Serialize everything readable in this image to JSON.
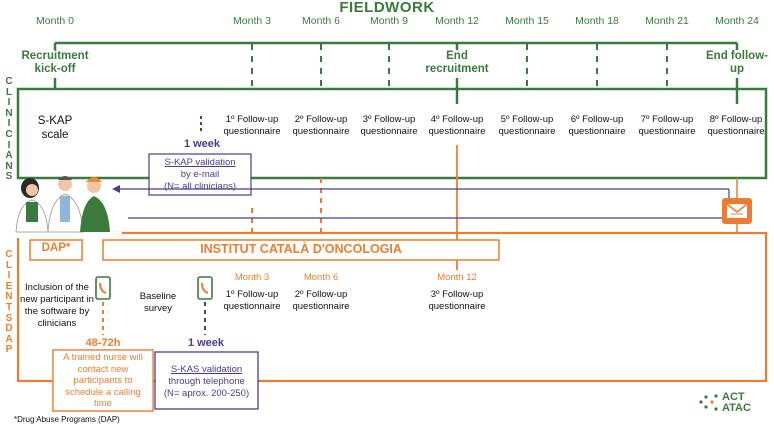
{
  "title": "FIELDWORK",
  "timeline": {
    "months": [
      "Month 0",
      "Month 3",
      "Month 6",
      "Month 9",
      "Month 12",
      "Month 15",
      "Month 18",
      "Month 21",
      "Month 24"
    ],
    "milestones": {
      "start": "Recruitment kick-off",
      "mid": "End recruitment",
      "end": "End follow-up"
    }
  },
  "clinicians": {
    "side_label": "CLINICIANS",
    "skap": "S-KAP scale",
    "questionnaires": [
      "1º Follow-up questionnaire",
      "2º Follow-up questionnaire",
      "3º Follow-up questionnaire",
      "4º Follow-up questionnaire",
      "5º Follow-up questionnaire",
      "6º Follow-up questionnaire",
      "7º Follow-up questionnaire",
      "8º Follow-up questionnaire"
    ],
    "week_label": "1 week",
    "validation_title": "S-KAP validation",
    "validation_line2": "by e-mail",
    "validation_line3": "(N= all clinicians)"
  },
  "clients": {
    "side_label": "CLIENTS DAP",
    "dap": "DAP*",
    "institute": "INSTITUT CATALÀ D'ONCOLOGIA",
    "inclusion": "Inclusion of the new participant in the software by clinicians",
    "baseline": "Baseline survey",
    "months": [
      "Month 3",
      "Month 6",
      "Month 12"
    ],
    "questionnaires": [
      "1º Follow-up questionnaire",
      "2º Follow-up questionnaire",
      "3º Follow-up questionnaire"
    ],
    "hours_label": "48-72h",
    "nurse_text": "A trained nurse will contact new participants to schedule a calling time",
    "week_label": "1 week",
    "validation_title": "S-KAS validation",
    "validation_line2": "through telephone",
    "validation_line3": "(N= aprox. 200-250)"
  },
  "footnote": "*Drug Abuse Programs (DAP)",
  "logo": {
    "line1": "ACT",
    "line2": "ATAC"
  },
  "colors": {
    "green": "#3b7a3d",
    "orange": "#ec7d30",
    "purple": "#4a3c8c"
  }
}
